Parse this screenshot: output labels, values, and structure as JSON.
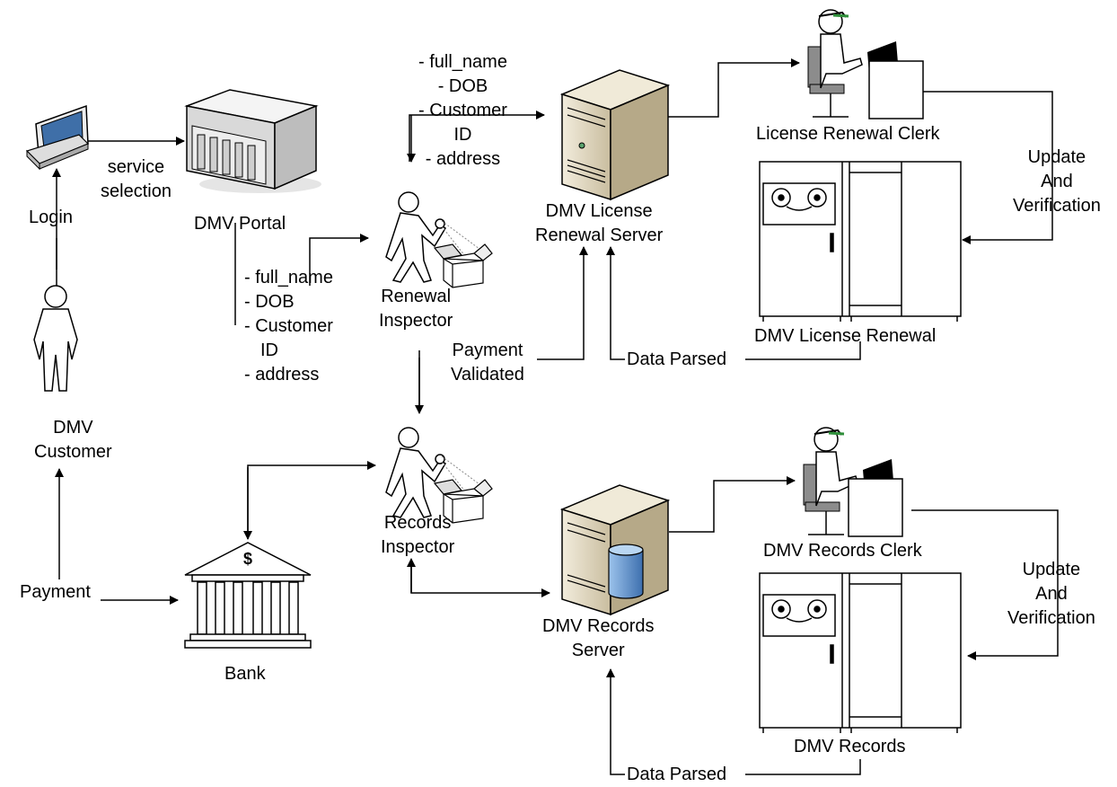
{
  "nodes": {
    "laptop": {
      "name": "laptop"
    },
    "portal": {
      "label": "DMV Portal"
    },
    "customer": {
      "label": [
        "DMV",
        "Customer"
      ]
    },
    "renewal_inspector": {
      "label": [
        "Renewal",
        "Inspector"
      ]
    },
    "records_inspector": {
      "label": [
        "Records",
        "Inspector"
      ]
    },
    "license_server": {
      "label": [
        "DMV License",
        "Renewal Server"
      ]
    },
    "records_server": {
      "label": [
        "DMV Records",
        "Server"
      ]
    },
    "license_clerk": {
      "label": "License Renewal Clerk"
    },
    "records_clerk": {
      "label": "DMV Records Clerk"
    },
    "license_storage": {
      "label": "DMV License Renewal"
    },
    "records_storage": {
      "label": "DMV Records"
    },
    "bank": {
      "label": "Bank",
      "symbol": "$"
    }
  },
  "edge_labels": {
    "login": "Login",
    "service_selection": [
      "service",
      "selection"
    ],
    "fields_to_server": [
      "- full_name",
      "- DOB",
      "- Customer",
      "ID",
      "- address"
    ],
    "fields_from_portal": [
      "- full_name",
      "- DOB",
      "- Customer",
      "ID",
      "- address"
    ],
    "payment_validated": [
      "Payment",
      "Validated"
    ],
    "data_parsed_top": "Data Parsed",
    "data_parsed_bottom": "Data Parsed",
    "update_top": [
      "Update",
      "And",
      "Verification"
    ],
    "update_bottom": [
      "Update",
      "And",
      "Verification"
    ],
    "payment": "Payment"
  },
  "colors": {
    "line": "#000000",
    "server": "#e0d6bf",
    "server_dark": "#b6a988",
    "building": "#d7d7d7",
    "database": "#6a9ad0",
    "chair": "#8c8c8c"
  }
}
